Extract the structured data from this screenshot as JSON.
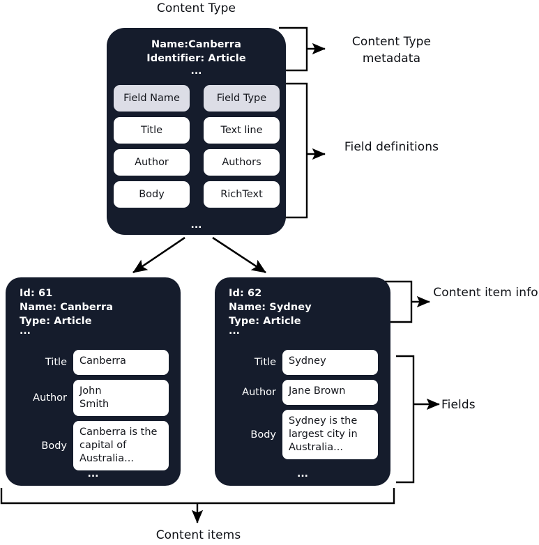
{
  "diagram": {
    "title_top": "Content Type",
    "title_bottom": "Content items",
    "ellipsis": "...",
    "colors": {
      "card_background": "#151c2c",
      "card_text": "#ffffff",
      "header_cell": "#dcdde6",
      "value_cell": "#ffffff",
      "canvas": "#ffffff",
      "connector": "#000000"
    }
  },
  "content_type": {
    "metadata": [
      "Name:Canberra",
      "Identifier: Article"
    ],
    "field_table": {
      "headers": [
        "Field Name",
        "Field Type"
      ],
      "rows": [
        {
          "name": "Title",
          "type": "Text line"
        },
        {
          "name": "Author",
          "type": "Authors"
        },
        {
          "name": "Body",
          "type": "RichText"
        }
      ]
    }
  },
  "content_items": [
    {
      "info": [
        "Id: 61",
        "Name: Canberra",
        "Type: Article"
      ],
      "fields": [
        {
          "label": "Title",
          "value": "Canberra"
        },
        {
          "label": "Author",
          "value": "John\nSmith"
        },
        {
          "label": "Body",
          "value": "Canberra is the capital of Australia..."
        }
      ]
    },
    {
      "info": [
        "Id: 62",
        "Name: Sydney",
        "Type: Article"
      ],
      "fields": [
        {
          "label": "Title",
          "value": "Sydney"
        },
        {
          "label": "Author",
          "value": "Jane Brown"
        },
        {
          "label": "Body",
          "value": "Sydney is the largest city in Australia..."
        }
      ]
    }
  ],
  "annotations": {
    "content_type_metadata": "Content Type metadata",
    "field_definitions": "Field definitions",
    "content_item_info": "Content item info",
    "fields": "Fields"
  }
}
